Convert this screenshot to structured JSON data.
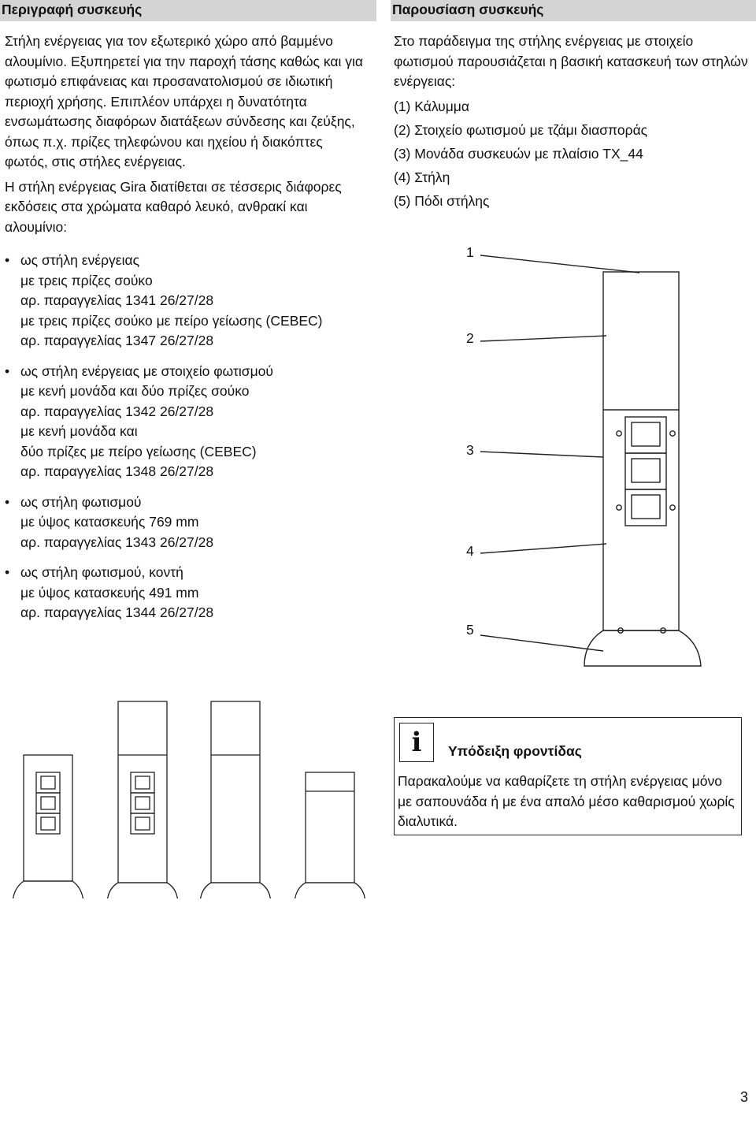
{
  "left_section": {
    "heading": "Περιγραφή συσκευής",
    "paragraph1": "Στήλη ενέργειας για τον εξωτερικό χώρο από βαμμένο αλουμίνιο. Εξυπηρετεί για την παροχή τάσης καθώς και για φωτισμό επιφάνειας και προσανατολισμού σε ιδιωτική περιοχή χρήσης. Επιπλέον υπάρχει η δυνατότητα ενσωμάτωσης διαφόρων διατάξεων σύνδεσης και ζεύξης, όπως π.χ. πρίζες τηλεφώνου και ηχείου ή διακόπτες φωτός, στις στήλες ενέργειας.",
    "paragraph2": "Η στήλη ενέργειας Gira διατίθεται σε τέσσερις διάφορες εκδόσεις στα χρώματα καθαρό λευκό, ανθρακί και αλουμίνιο:",
    "bullet_symbol": "•",
    "bullets": [
      {
        "lines": [
          "ως στήλη ενέργειας",
          "με τρεις πρίζες σούκο",
          "αρ. παραγγελίας 1341 26/27/28",
          "με τρεις πρίζες σούκο με πείρο γείωσης (CEBEC)",
          "αρ. παραγγελίας 1347 26/27/28"
        ]
      },
      {
        "lines": [
          "ως στήλη ενέργειας με στοιχείο φωτισμού",
          "με κενή μονάδα και δύο πρίζες σούκο",
          "αρ. παραγγελίας 1342 26/27/28",
          "με κενή μονάδα και",
          "δύο πρίζες με πείρο γείωσης (CEBEC)",
          "αρ. παραγγελίας 1348 26/27/28"
        ]
      },
      {
        "lines": [
          "ως στήλη φωτισμού",
          "με ύψος κατασκευής 769 mm",
          "αρ. παραγγελίας 1343 26/27/28"
        ]
      },
      {
        "lines": [
          "ως στήλη φωτισμού, κοντή",
          "με ύψος κατασκευής 491 mm",
          "αρ. παραγγελίας 1344 26/27/28"
        ]
      }
    ]
  },
  "right_section": {
    "heading": "Παρουσίαση συσκευής",
    "intro": "Στο παράδειγμα της στήλης ενέργειας με στοιχείο φωτισμού παρουσιάζεται η βασική κατασκευή των στηλών ενέργειας:",
    "items": [
      "(1) Κάλυμμα",
      "(2) Στοιχείο φωτισμού με τζάμι διασποράς",
      "(3) Μονάδα συσκευών με πλαίσιο TX_44",
      "(4) Στήλη",
      "(5) Πόδι στήλης"
    ],
    "callouts": [
      "1",
      "2",
      "3",
      "4",
      "5"
    ]
  },
  "care_note": {
    "icon": "info-icon",
    "icon_glyph": "i",
    "title": "Υπόδειξη φροντίδας",
    "body": "Παρακαλούμε να καθαρίζετε τη στήλη ενέργειας μόνο με σαπουνάδα ή με ένα απαλό μέσο καθαρισμού χωρίς διαλυτικά."
  },
  "page_number": "3"
}
